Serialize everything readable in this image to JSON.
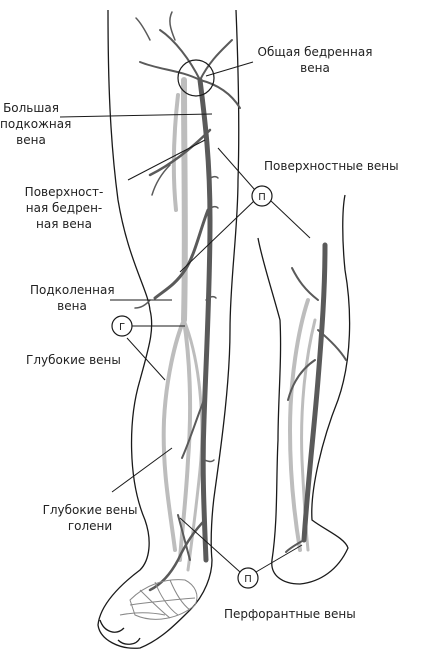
{
  "labels": {
    "common_femoral_vein": "Общая бедренная\nвена",
    "great_saphenous_vein": "Большая\nподкожная\nвена",
    "superficial_veins": "Поверхностные вены",
    "superficial_femoral_vein": "Поверхност-\nная бедрен-\nная вена",
    "popliteal_vein": "Подколенная\nвена",
    "deep_veins": "Глубокие вены",
    "deep_leg_veins": "Глубокие вены\nголени",
    "perforator_veins": "Перфорантные вены"
  },
  "badges": {
    "p_top": "П",
    "g": "Г",
    "p_bottom": "П"
  },
  "colors": {
    "outline": "#1a1a1a",
    "deep_vein": "#bdbdbd",
    "superficial_vein": "#5a5a5a",
    "leader": "#1a1a1a"
  }
}
